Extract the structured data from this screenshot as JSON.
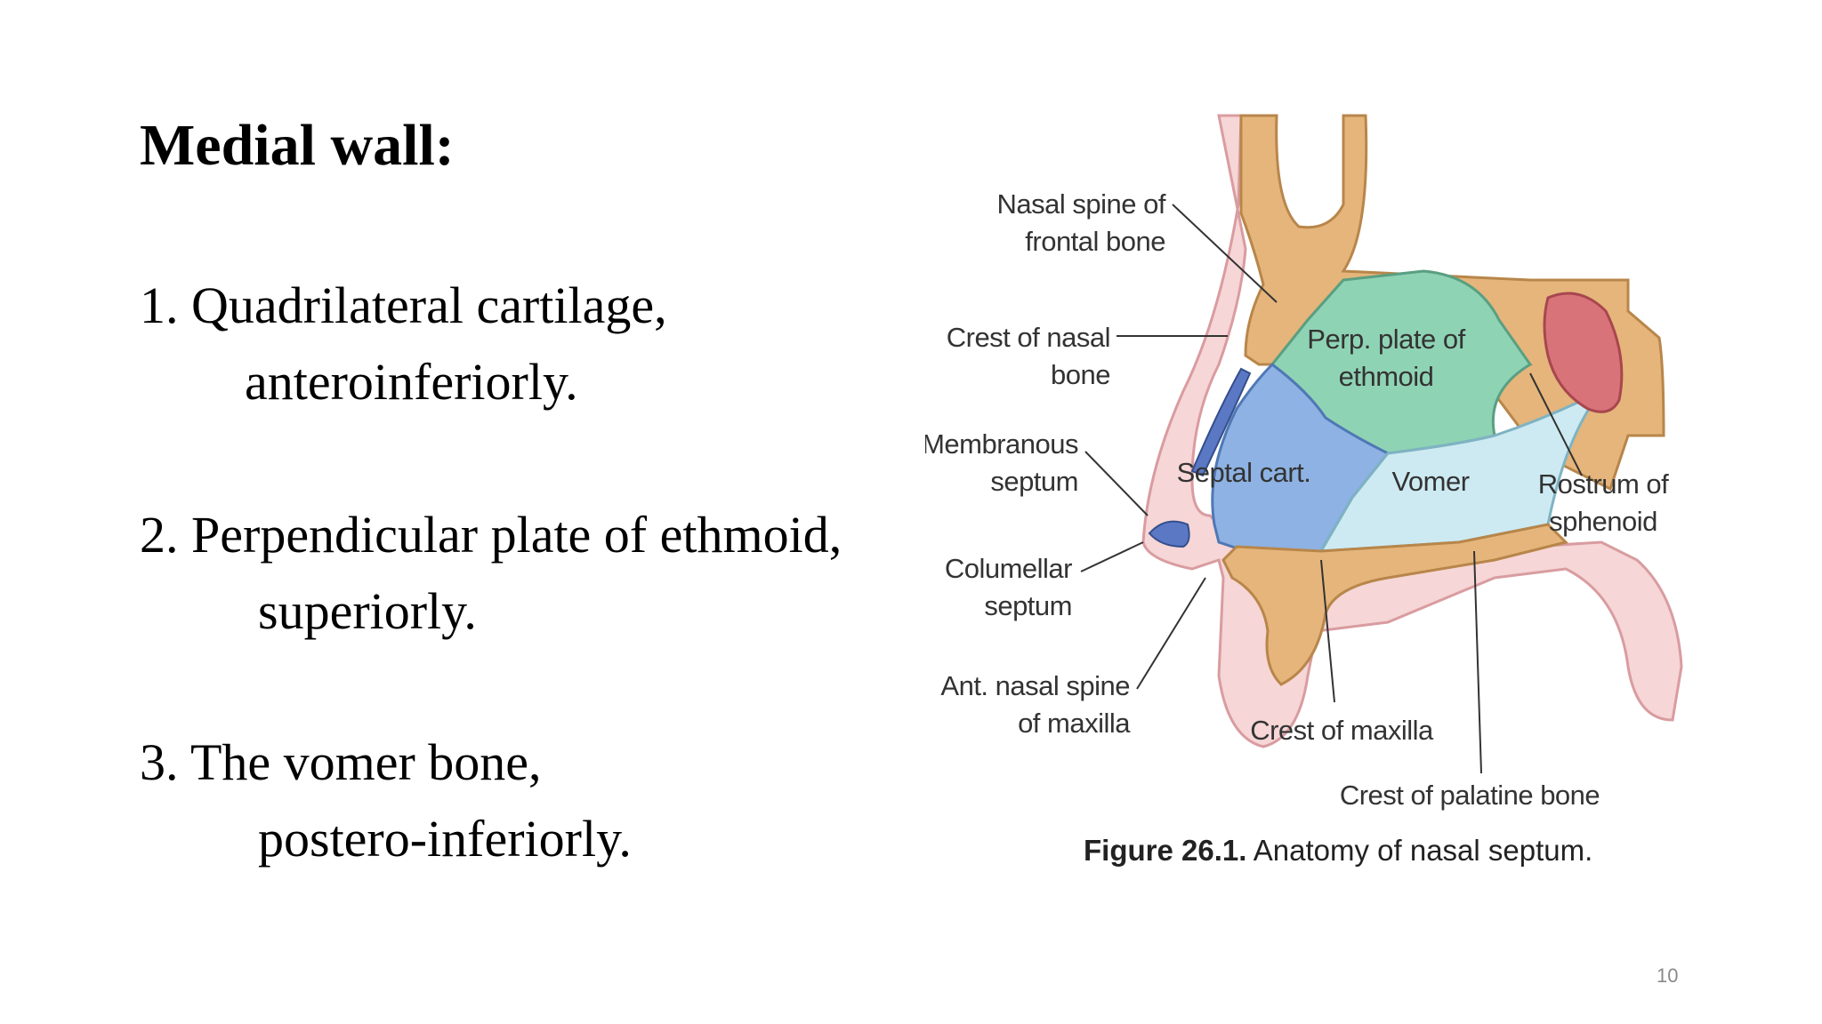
{
  "slide": {
    "title": "Medial wall:",
    "items": [
      {
        "line1": "1. Quadrilateral cartilage,",
        "line2": "anteroinferiorly."
      },
      {
        "line1": "2. Perpendicular plate of ethmoid,",
        "line2": "superiorly."
      },
      {
        "line1": "3. The vomer bone,",
        "line2": "postero-inferiorly."
      }
    ],
    "page_number": "10"
  },
  "figure": {
    "labels": {
      "nasal_spine_frontal_1": "Nasal spine of",
      "nasal_spine_frontal_2": "frontal bone",
      "crest_nasal_1": "Crest of nasal",
      "crest_nasal_2": "bone",
      "membranous_1": "Membranous",
      "membranous_2": "septum",
      "columellar_1": "Columellar",
      "columellar_2": "septum",
      "ant_nasal_1": "Ant. nasal spine",
      "ant_nasal_2": "of maxilla",
      "perp_plate_1": "Perp. plate of",
      "perp_plate_2": "ethmoid",
      "septal_cart": "Septal cart.",
      "vomer": "Vomer",
      "rostrum_1": "Rostrum of",
      "rostrum_2": "sphenoid",
      "crest_maxilla": "Crest of maxilla",
      "crest_palatine": "Crest of palatine bone"
    },
    "caption_number": "Figure 26.1.",
    "caption_text": "Anatomy of nasal septum.",
    "colors": {
      "bone": "#e5b57b",
      "skin": "#f6d6d6",
      "ethmoid": "#8fd3b5",
      "septal_cartilage": "#8db2e3",
      "vomer": "#cdeaf2",
      "sphenoid_sinus": "#d9737a"
    }
  }
}
